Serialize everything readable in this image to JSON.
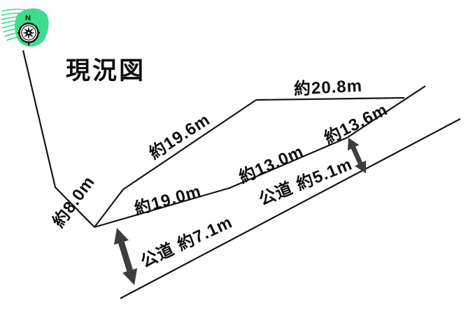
{
  "title": "現況図",
  "compass": {
    "north_label": "N"
  },
  "site_plan": {
    "boundary_labels": [
      {
        "id": "top-edge",
        "label": "約20.8m"
      },
      {
        "id": "upper-left-edge",
        "label": "約19.6m"
      },
      {
        "id": "right-edge",
        "label": "約13.6m"
      },
      {
        "id": "lower-right-edge",
        "label": "約13.0m"
      },
      {
        "id": "lower-left-edge",
        "label": "約19.0m"
      },
      {
        "id": "west-edge",
        "label": "約8.0m"
      }
    ],
    "roads": [
      {
        "id": "road-width-left",
        "label": "公道 約7.1m"
      },
      {
        "id": "road-width-right",
        "label": "公道 約5.1m"
      }
    ]
  },
  "colors": {
    "line": "#141414",
    "arrow": "#3d3d3d",
    "compass_green": "#3edc8c",
    "background": "#ffffff"
  }
}
